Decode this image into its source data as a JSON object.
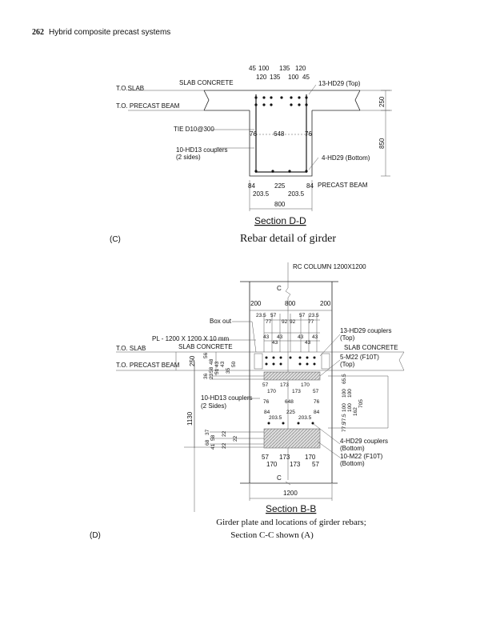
{
  "header": {
    "page_number": "262",
    "running_title": "Hybrid composite precast systems"
  },
  "figure_c": {
    "label": "(C)",
    "caption": "Rebar detail of girder",
    "section_title": "Section D-D",
    "labels": {
      "to_slab": "T.O.SLAB",
      "to_precast_beam": "T.O. PRECAST BEAM",
      "slab_concrete": "SLAB CONCRETE",
      "top_rebar": "13-HD29 (Top)",
      "tie": "TIE D10@300",
      "couplers_1": "10-HD13 couplers",
      "couplers_2": "(2 sides)",
      "bottom_rebar": "4-HD29 (Bottom)",
      "precast_beam": "PRECAST BEAM"
    },
    "dims": {
      "top_row1": [
        "45",
        "100",
        "135",
        "120"
      ],
      "top_row2": [
        "120",
        "135",
        "100",
        "45"
      ],
      "side": [
        "250",
        "850"
      ],
      "mid": [
        "76",
        "648",
        "76"
      ],
      "bottom_row1": [
        "84",
        "225",
        "84"
      ],
      "bottom_row2": [
        "203.5",
        "203.5"
      ],
      "width": "800"
    }
  },
  "figure_d": {
    "label": "(D)",
    "caption_line1": "Girder plate and locations of girder rebars;",
    "caption_line2": "Section C-C shown (A)",
    "section_title": "Section B-B",
    "labels": {
      "column": "RC COLUMN 1200X1200",
      "cut_top": "C",
      "cut_bottom": "C",
      "box_out": "Box out",
      "plate": "PL - 1200 X 1200 X 10 mm",
      "slab_concrete_left": "SLAB CONCRETE",
      "slab_concrete_right": "SLAB CONCRETE",
      "to_slab": "T.O. SLAB",
      "to_precast_beam": "T.O. PRECAST BEAM",
      "top_couplers_1": "13-HD29 couplers",
      "top_couplers_2": "(Top)",
      "top_bolts_1": "5-M22 (F10T)",
      "top_bolts_2": "(Top)",
      "side_couplers_1": "10-HD13 couplers",
      "side_couplers_2": "(2 Sides)",
      "bottom_couplers_1": "4-HD29 couplers",
      "bottom_couplers_2": "(Bottom)",
      "bottom_bolts_1": "10-M22 (F10T)",
      "bottom_bolts_2": "(Bottom)"
    },
    "dims": {
      "column_split": [
        "200",
        "800",
        "200"
      ],
      "top_row1": [
        "23.5",
        "57",
        "57",
        "23.5"
      ],
      "top_row2": [
        "77",
        "92",
        "92",
        "77"
      ],
      "top_row3": [
        "43",
        "43",
        "43",
        "43"
      ],
      "top_row4": [
        "43",
        "43"
      ],
      "slab_depth": "250",
      "left_plate_top": [
        "56",
        "48",
        "43",
        "58",
        "51",
        "43",
        "23",
        "36",
        "35",
        "50"
      ],
      "mid_rows": [
        "57",
        "173",
        "170",
        "170",
        "173",
        "57",
        "76",
        "648",
        "76",
        "84",
        "225",
        "84",
        "203.5",
        "203.5"
      ],
      "right_vertical": [
        "65.5",
        "100",
        "100",
        "100",
        "100",
        "162",
        "705",
        "77.5",
        "77.5"
      ],
      "height": "1130",
      "left_plate_bottom": [
        "37",
        "58",
        "68",
        "41",
        "22",
        "22",
        "22"
      ],
      "bottom_rows": [
        "57",
        "173",
        "170",
        "170",
        "173",
        "57"
      ],
      "width": "1200"
    }
  }
}
